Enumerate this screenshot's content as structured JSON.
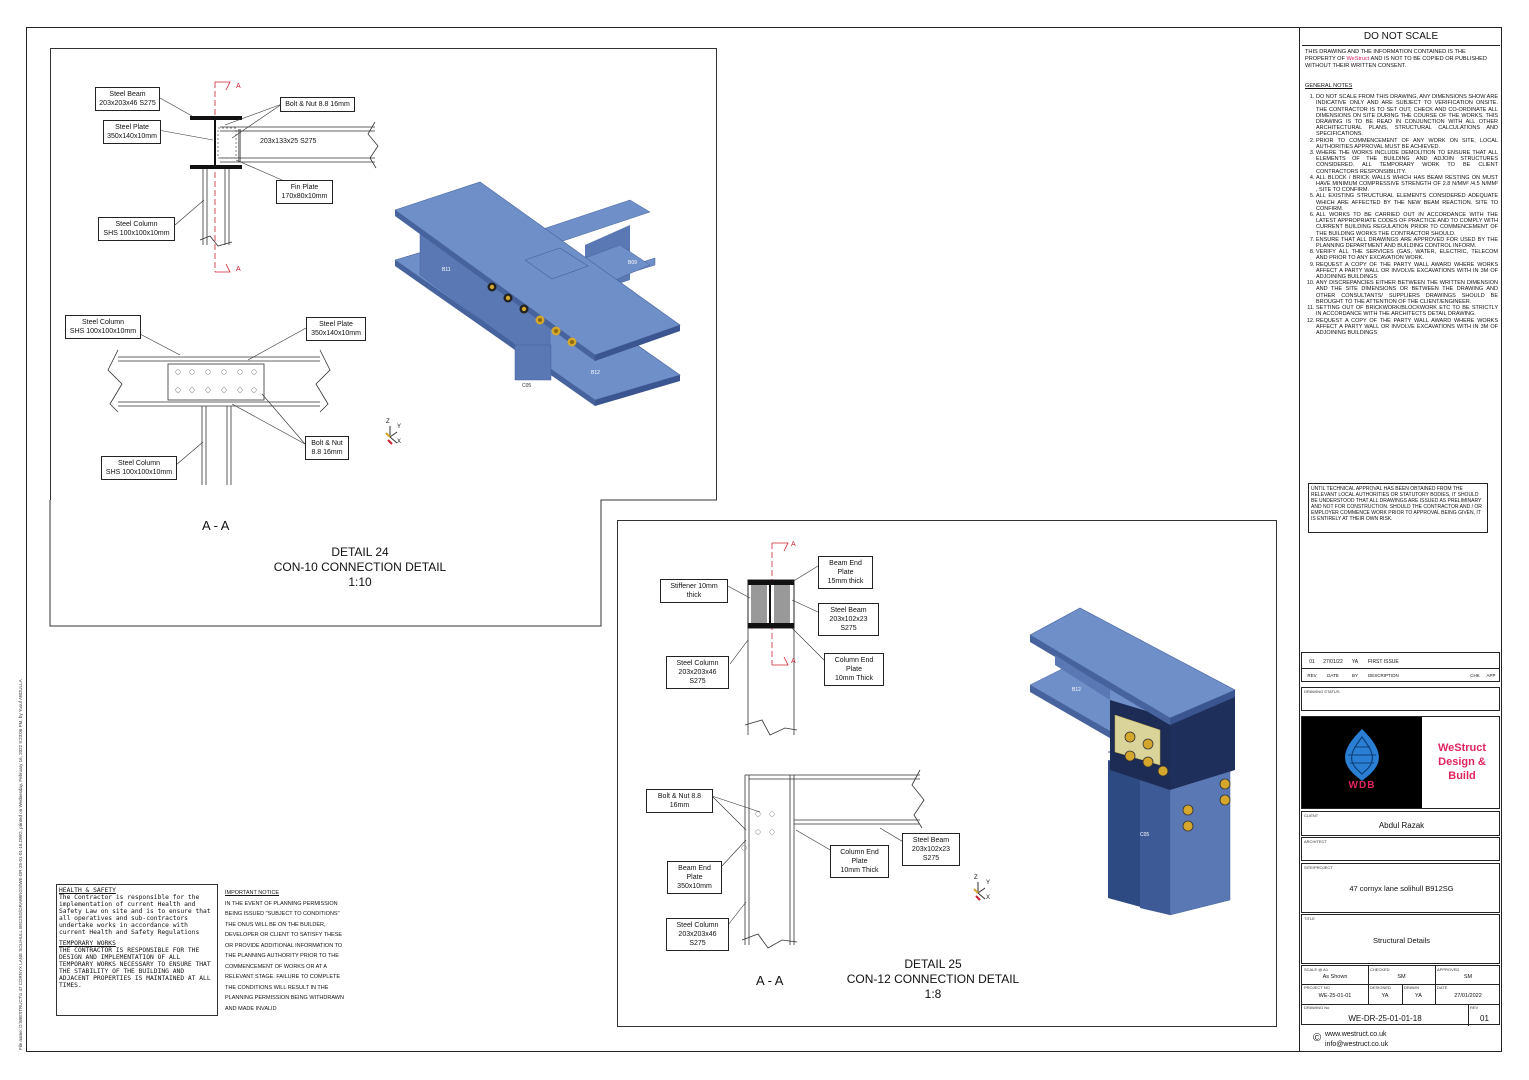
{
  "side_note": "File name: D:\\WESTRUCT\\1 47 CORNYX LANE SOLIHULL B912SG\\DRAWINGS\\WE-DR-25-01-01-18.DWG, printed on Wednesday, February 16, 2022 9:23:06 PM, by Yusuf ABDULLA",
  "detail24": {
    "labels": {
      "steel_beam": "Steel Beam\n203x203x46 S275",
      "bolt_nut": "Bolt & Nut 8.8 16mm",
      "steel_plate": "Steel Plate\n350x140x10mm",
      "inner_beam": "203x133x25 S275",
      "fin_plate": "Fin Plate\n170x80x10mm",
      "steel_column": "Steel Column\nSHS 100x100x10mm",
      "steel_column2": "Steel Column\nSHS 100x100x10mm",
      "steel_plate2": "Steel Plate\n350x140x10mm",
      "bolt_nut2": "Bolt & Nut\n8.8 16mm",
      "steel_column3": "Steel Column\nSHS 100x100x10mm",
      "sec_a": "A",
      "axis_z": "Z",
      "axis_y": "Y",
      "axis_x": "X",
      "tag_b11": "B11",
      "tag_b09": "B09",
      "tag_b12": "B12",
      "tag_c05": "C05"
    },
    "section": "A - A",
    "title1": "DETAIL 24",
    "title2": "CON-10 CONNECTION DETAIL",
    "scale": "1:10"
  },
  "detail25": {
    "labels": {
      "beam_end_plate": "Beam End Plate\n15mm thick",
      "stiffener": "Stiffener 10mm thick",
      "steel_beam": "Steel Beam\n203x102x23 S275",
      "column_end_plate": "Column End Plate\n10mm Thick",
      "steel_column": "Steel Column\n203x203x46 S275",
      "bolt_nut": "Bolt & Nut 8.8 16mm",
      "steel_beam2": "Steel Beam\n203x102x23 S275",
      "column_end_plate2": "Column End Plate\n10mm Thick",
      "beam_end_plate2": "Beam End Plate\n350x10mm",
      "steel_column2": "Steel Column\n203x203x46 S275",
      "sec_a": "A",
      "axis_z": "Z",
      "axis_y": "Y",
      "axis_x": "X",
      "tag_b12": "B12",
      "tag_c05": "C05"
    },
    "section": "A - A",
    "title1": "DETAIL 25",
    "title2": "CON-12 CONNECTION DETAIL",
    "scale": "1:8"
  },
  "health_safety": {
    "h1": "HEALTH & SAFETY",
    "p1": "The Contractor is responsible for the implementation of current Health and Safety Law on site and is to ensure that all operatives and sub-contractors undertake works in accordance with current Health and Safety Regulations",
    "h2": "TEMPORARY WORKS",
    "p2": "THE CONTRACTOR IS RESPONSIBLE FOR THE DESIGN AND IMPLEMENTATION OF ALL TEMPORARY WORKS NECESSARY TO ENSURE THAT THE STABILITY OF THE BUILDING AND ADJACENT PROPERTIES IS MAINTAINED AT ALL TIMES."
  },
  "important": {
    "h": "IMPORTANT NOTICE",
    "p": "IN THE EVENT OF PLANNING PERMISSION BEING ISSUED \"SUBJECT TO CONDITIONS\" THE ONUS WILL BE ON THE BUILDER, DEVELOPER OR CLIENT TO SATISFY THESE OR PROVIDE ADDITIONAL INFORMATION TO THE PLANNING AUTHORITY PRIOR TO THE COMMENCEMENT OF WORKS OR AT A RELEVANT STAGE. FAILURE TO COMPLETE THE CONDITIONS WILL RESULT IN THE PLANNING PERMISSION BEING WITHDRAWN AND MADE INVALID"
  },
  "title_block": {
    "do_not_scale": "DO NOT SCALE",
    "prop_1": "THIS DRAWING AND THE INFORMATION CONTAINED IS THE PROPERTY OF ",
    "prop_brand": "WeStruct",
    "prop_2": " AND IS NOT TO BE COPIED OR PUBLISHED WITHOUT THEIR WRITTEN CONSENT.",
    "general_notes_h": "GENERAL NOTES",
    "notes": [
      "DO NOT SCALE FROM THIS DRAWING, ANY DIMENSIONS SHOW ARE INDICATIVE ONLY AND ARE SUBJECT TO VERIFICATION ONSITE. THE CONTRACTOR IS TO SET OUT, CHECK AND CO-ORDINATE ALL DIMENSIONS ON SITE DURING THE COURSE OF THE WORKS. THIS DRAWING IS TO BE READ IN CONJUNCTION WITH ALL OTHER ARCHITECTURAL PLANS, STRUCTURAL CALCULATIONS AND SPECIFICATIONS.",
      "PRIOR TO COMMENCEMENT OF ANY WORK ON SITE, LOCAL AUTHORITIES APPROVAL MUST BE ACHIEVED.",
      "WHERE THE WORKS INCLUDE DEMOLITION TO ENSURE THAT ALL ELEMENTS OF THE BUILDING AND ADJOIN STRUCTURES CONSIDERED. ALL TEMPORARY WORK TO BE CLIENT CONTRACTORS RESPONSIBILITY.",
      "ALL BLOCK / BRICK WALLS WHICH HAS BEAM RESTING ON MUST HAVE MINIMUM COMPRESSIVE STRENGTH OF 2.8 N/MM² /4.5 N/MM² , SITE TO CONFIRM.",
      "ALL EXISTING STRUCTURAL ELEMENTS CONSIDERED ADEQUATE WHICH ARE AFFECTED BY THE NEW BEAM REACTION. SITE TO CONFIRM.",
      "ALL WORKS TO BE CARRIED OUT IN ACCORDANCE WITH THE LATEST APPROPRIATE CODES OF PRACTICE AND TO COMPLY WITH CURRENT BUILDING REGULATION PRIOR TO COMMENCEMENT OF THE BUILDING WORKS THE CONTRACTOR SHOULD.",
      "ENSURE THAT ALL DRAWINGS ARE APPROVED FOR USED BY THE PLANNING DEPARTMENT AND BUILDING CONTROL INFORM.",
      "VERIFY ALL THE SERVICES (GAS, WATER, ELECTRIC, TELECOM AND PRIOR TO ANY EXCAVATION WORK.",
      "REQUEST A COPY OF THE PARTY WALL AWARD WHERE WORKS AFFECT A PARTY WALL OR INVOLVE EXCAVATIONS WITH IN 3M OF ADJOINING BUILDINGS",
      "ANY DISCREPANCIES EITHER BETWEEN THE WRITTEN DIMENSION AND THE SITE DIMENSIONS OR BETWEEN THE DRAWING AND OTHER CONSULTANTS/ SUPPLIERS DRAWINGS SHOULD BE BROUGHT TO THE ATTENTION OF THE CLIENT/ENGINEER.",
      "SETTING OUT OF BRICKWORK/BLOCKWORK ETC TO BE STRICTLY IN ACCORDANCE WITH THE ARCHITECTS DETAIL DRAWING.",
      "REQUEST A COPY OF THE PARTY WALL AWARD WHERE WORKS AFFECT A PARTY WALL OR INVOLVE EXCAVATIONS WITH IN 3M OF ADJOINING BUILDINGS"
    ],
    "approval_note": "UNTIL TECHNICAL APPROVAL HAS BEEN OBTAINED FROM THE RELEVANT LOCAL AUTHORITIES OR STATUTORY BODIES, IT SHOULD BE UNDERSTOOD THAT ALL DRAWINGS ARE ISSUED AS PRELIMINARY AND NOT FOR CONSTRUCTION. SHOULD THE CONTRACTOR AND / OR EMPLOYER COMMENCE WORK PRIOR TO APPROVAL BEING GIVEN, IT IS ENTIRELY AT THEIR OWN RISK.",
    "rev_row": {
      "rev": "01",
      "date": "27/01/22",
      "by": "YA",
      "desc": "FIRST ISSUE",
      "chk": "",
      "app": ""
    },
    "rev_headers": {
      "rev": "REV",
      "date": "DATE",
      "by": "BY",
      "desc": "DESCRIPTION",
      "chk": "CHK",
      "app": "APP"
    },
    "drawing_status_cap": "DRAWING STATUS",
    "logo_text": "WDB",
    "company": "WeStruct Design & Build",
    "brand_color": "#e0245e",
    "client_cap": "CLIENT",
    "client": "Abdul Razak",
    "architect_cap": "ARCHITECT",
    "site_cap": "SITE/PROJECT",
    "site": "47 cornyx lane solihull B912SG",
    "title_cap": "TITLE",
    "title": "Structural Details",
    "scale_cap": "SCALE @ A1",
    "scale": "As Shown",
    "checked_cap": "CHECKED",
    "checked": "SM",
    "approved_cap": "APPROVED",
    "approved": "SM",
    "project_no_cap": "PROJECT NO",
    "project_no": "WE-25-01-01",
    "designed_cap": "DESIGNED",
    "designed": "YA",
    "drawn_cap": "DRAWN",
    "drawn": "YA",
    "date_cap": "DATE",
    "date": "27/01/2022",
    "drawing_no_cap": "DRAWING No",
    "drawing_no": "WE-DR-25-01-01-18",
    "rev_cap": "REV",
    "rev": "01",
    "web": "www.westruct.co.uk",
    "email": "info@westruct.co.uk",
    "copyright": "©"
  },
  "colors": {
    "steel": "#6f8fc8",
    "steel_dark": "#46639e",
    "bolt": "#d4a72c",
    "red": "#cc2233"
  }
}
